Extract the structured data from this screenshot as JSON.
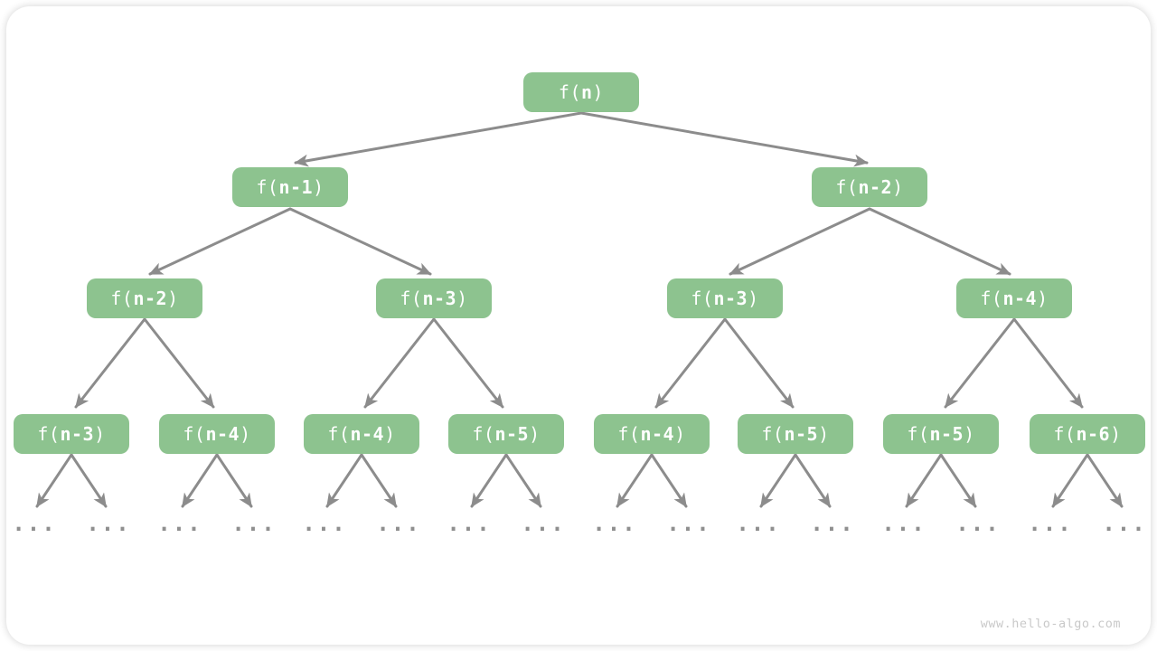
{
  "diagram": {
    "type": "recursion-tree",
    "nodes": {
      "root": {
        "text": "f(n)",
        "prefix": "f(",
        "arg": "n",
        "suffix": ")"
      },
      "level2": [
        {
          "text": "f(n-1)",
          "prefix": "f(",
          "arg": "n-1",
          "suffix": ")"
        },
        {
          "text": "f(n-2)",
          "prefix": "f(",
          "arg": "n-2",
          "suffix": ")"
        }
      ],
      "level3": [
        {
          "text": "f(n-2)",
          "prefix": "f(",
          "arg": "n-2",
          "suffix": ")"
        },
        {
          "text": "f(n-3)",
          "prefix": "f(",
          "arg": "n-3",
          "suffix": ")"
        },
        {
          "text": "f(n-3)",
          "prefix": "f(",
          "arg": "n-3",
          "suffix": ")"
        },
        {
          "text": "f(n-4)",
          "prefix": "f(",
          "arg": "n-4",
          "suffix": ")"
        }
      ],
      "level4": [
        {
          "text": "f(n-3)",
          "prefix": "f(",
          "arg": "n-3",
          "suffix": ")"
        },
        {
          "text": "f(n-4)",
          "prefix": "f(",
          "arg": "n-4",
          "suffix": ")"
        },
        {
          "text": "f(n-4)",
          "prefix": "f(",
          "arg": "n-4",
          "suffix": ")"
        },
        {
          "text": "f(n-5)",
          "prefix": "f(",
          "arg": "n-5",
          "suffix": ")"
        },
        {
          "text": "f(n-4)",
          "prefix": "f(",
          "arg": "n-4",
          "suffix": ")"
        },
        {
          "text": "f(n-5)",
          "prefix": "f(",
          "arg": "n-5",
          "suffix": ")"
        },
        {
          "text": "f(n-5)",
          "prefix": "f(",
          "arg": "n-5",
          "suffix": ")"
        },
        {
          "text": "f(n-6)",
          "prefix": "f(",
          "arg": "n-6",
          "suffix": ")"
        }
      ]
    },
    "ellipsis_label": "...",
    "ellipsis_count": 16,
    "colors": {
      "node_fill": "#8dc38f",
      "node_text": "#ffffff",
      "arrow": "#8c8c8c",
      "ellipsis": "#8f8f8f",
      "watermark": "#c9c9c9"
    }
  },
  "watermark": "www.hello-algo.com"
}
